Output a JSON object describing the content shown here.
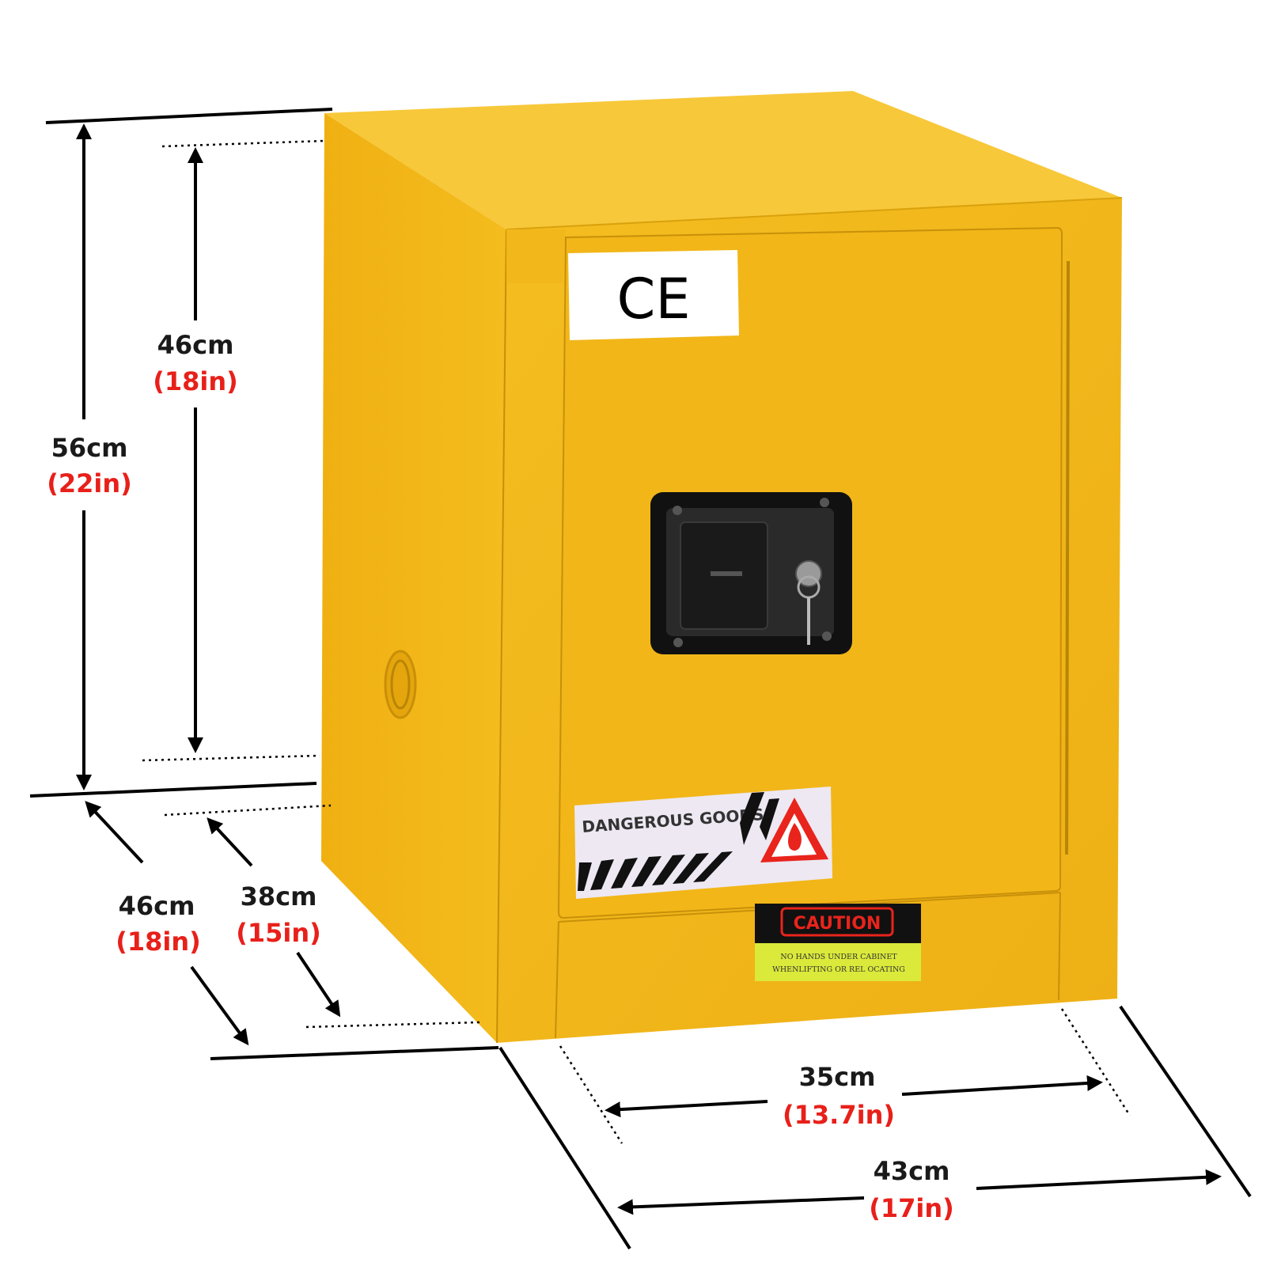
{
  "product": {
    "colors": {
      "body": "#f2b81a",
      "side": "#f0ae12",
      "top": "#f7c62e",
      "accent_red": "#e8201a"
    },
    "ce_mark": "CE",
    "danger_label": {
      "text": "DANGEROUS GOODS",
      "icon": "flammable-warning-icon"
    },
    "caution_label": {
      "title": "CAUTION",
      "line1": "NO HANDS UNDER CABINET",
      "line2": "WHENLIFTING OR REL OCATING"
    },
    "lock_icon": "key-lock-icon"
  },
  "dimensions": {
    "total_height": {
      "cm": "56cm",
      "in": "(22in)"
    },
    "inner_height": {
      "cm": "46cm",
      "in": "(18in)"
    },
    "total_depth": {
      "cm": "46cm",
      "in": "(18in)"
    },
    "inner_depth": {
      "cm": "38cm",
      "in": "(15in)"
    },
    "inner_width": {
      "cm": "35cm",
      "in": "(13.7in)"
    },
    "total_width": {
      "cm": "43cm",
      "in": "(17in)"
    }
  }
}
